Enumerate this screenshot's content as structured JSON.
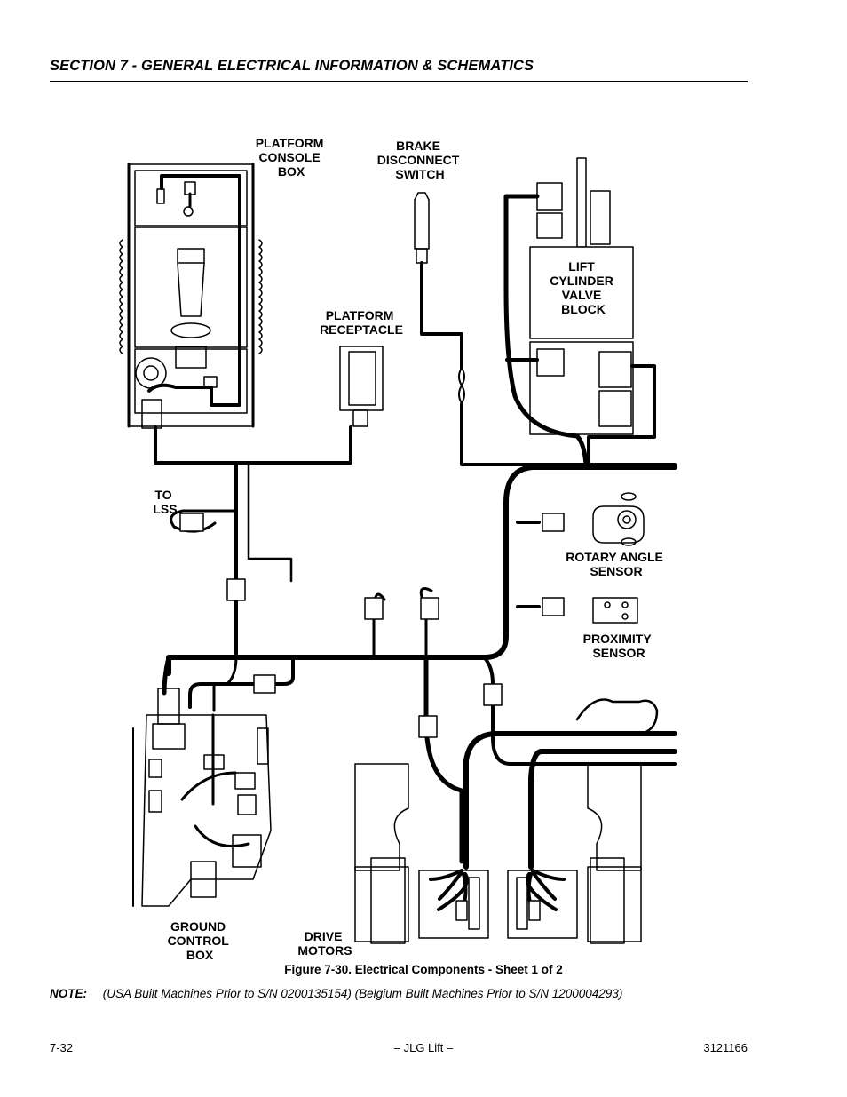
{
  "header": {
    "section_title": "SECTION 7 - GENERAL ELECTRICAL INFORMATION & SCHEMATICS"
  },
  "diagram": {
    "labels": {
      "platform_console_box": [
        "PLATFORM",
        "CONSOLE",
        "BOX"
      ],
      "brake_disconnect_switch": [
        "BRAKE",
        "DISCONNECT",
        "SWITCH"
      ],
      "lift_cylinder_valve_block": [
        "LIFT",
        "CYLINDER",
        "VALVE",
        "BLOCK"
      ],
      "platform_receptacle": [
        "PLATFORM",
        "RECEPTACLE"
      ],
      "to_lss": [
        "TO",
        "LSS"
      ],
      "rotary_angle_sensor": [
        "ROTARY ANGLE",
        "SENSOR"
      ],
      "proximity_sensor": [
        "PROXIMITY",
        "SENSOR"
      ],
      "ground_control_box": [
        "GROUND",
        "CONTROL",
        "BOX"
      ],
      "drive_motors": [
        "DRIVE",
        "MOTORS"
      ]
    }
  },
  "figure": {
    "caption": "Figure 7-30.  Electrical Components - Sheet 1 of 2"
  },
  "note": {
    "label": "NOTE:",
    "text": "(USA Built Machines Prior to S/N 0200135154) (Belgium Built Machines Prior to S/N 1200004293)"
  },
  "footer": {
    "page_number": "7-32",
    "center": "– JLG Lift –",
    "doc_number": "3121166"
  }
}
